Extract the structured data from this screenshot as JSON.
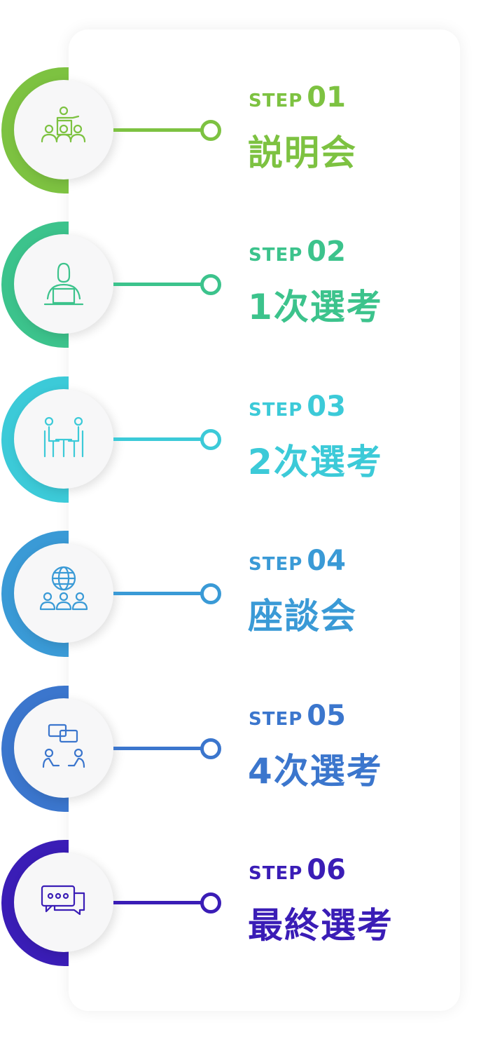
{
  "steps": [
    {
      "label": "STEP",
      "num": "01",
      "title": "説明会",
      "color": "#7dc241",
      "icon": "presentation-audience-icon"
    },
    {
      "label": "STEP",
      "num": "02",
      "title": "1次選考",
      "color": "#3cc38c",
      "icon": "person-laptop-icon"
    },
    {
      "label": "STEP",
      "num": "03",
      "title": "2次選考",
      "color": "#3ccad8",
      "icon": "interview-table-icon"
    },
    {
      "label": "STEP",
      "num": "04",
      "title": "座談会",
      "color": "#3a9ad6",
      "icon": "globe-people-icon"
    },
    {
      "label": "STEP",
      "num": "05",
      "title": "4次選考",
      "color": "#3b76cd",
      "icon": "discussion-people-icon"
    },
    {
      "label": "STEP",
      "num": "06",
      "title": "最終選考",
      "color": "#3a1db6",
      "icon": "chat-bubbles-icon"
    }
  ]
}
